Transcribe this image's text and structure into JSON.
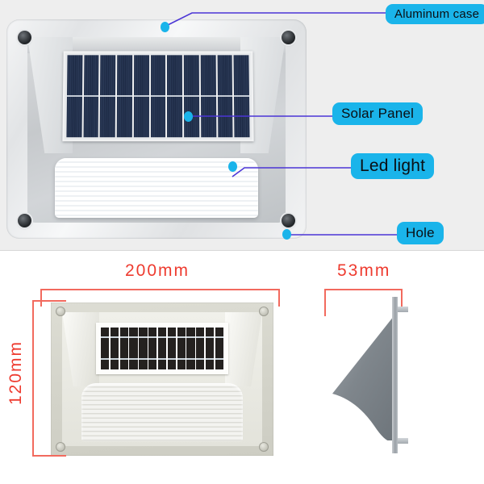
{
  "background": {
    "top_color": "#eeeeee",
    "bottom_color": "#ffffff",
    "accent_label_color": "#1ab4ea",
    "leader_line_color": "#4b35d6",
    "dimension_color": "#ee3b2f"
  },
  "product": {
    "name": "solar-wall-light",
    "view": "front",
    "parts": {
      "case": "aluminum-case",
      "panel": "solar-panel",
      "panel_cell_count": 11,
      "light": "led-light-diffuser",
      "screw_hole_count": 4
    }
  },
  "callouts": [
    {
      "id": "aluminum-case",
      "label": "Aluminum case"
    },
    {
      "id": "solar-panel",
      "label": "Solar Panel"
    },
    {
      "id": "led-light",
      "label": "Led light"
    },
    {
      "id": "hole",
      "label": "Hole"
    }
  ],
  "dimensions": {
    "width": {
      "label": "200mm",
      "value": 200,
      "unit": "mm",
      "axis": "horizontal",
      "view": "front"
    },
    "height": {
      "label": "120mm",
      "value": 120,
      "unit": "mm",
      "axis": "vertical",
      "view": "front"
    },
    "depth": {
      "label": "53mm",
      "value": 53,
      "unit": "mm",
      "axis": "horizontal",
      "view": "side"
    }
  },
  "drawings": {
    "front": {
      "name": "front-elevation-drawing",
      "panel_cell_count": 13
    },
    "side": {
      "name": "side-profile-drawing"
    }
  }
}
